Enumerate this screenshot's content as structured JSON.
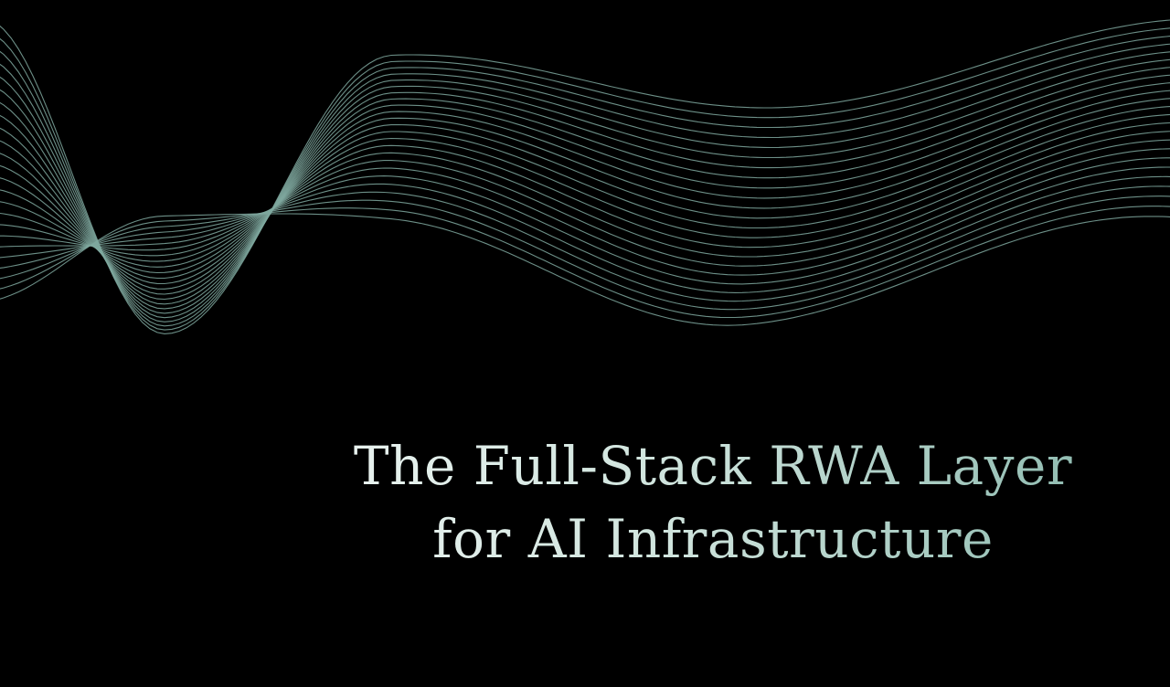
{
  "hero": {
    "headline_line1": "The Full-Stack RWA Layer",
    "headline_line2": "for AI Infrastructure"
  },
  "colors": {
    "background": "#000000",
    "wave_stroke": "#7fa89f",
    "text_light": "#eaf3f0",
    "text_accent": "#8fbbb0"
  },
  "decoration": {
    "wave_lines_icon": "wave-lines-graphic"
  }
}
